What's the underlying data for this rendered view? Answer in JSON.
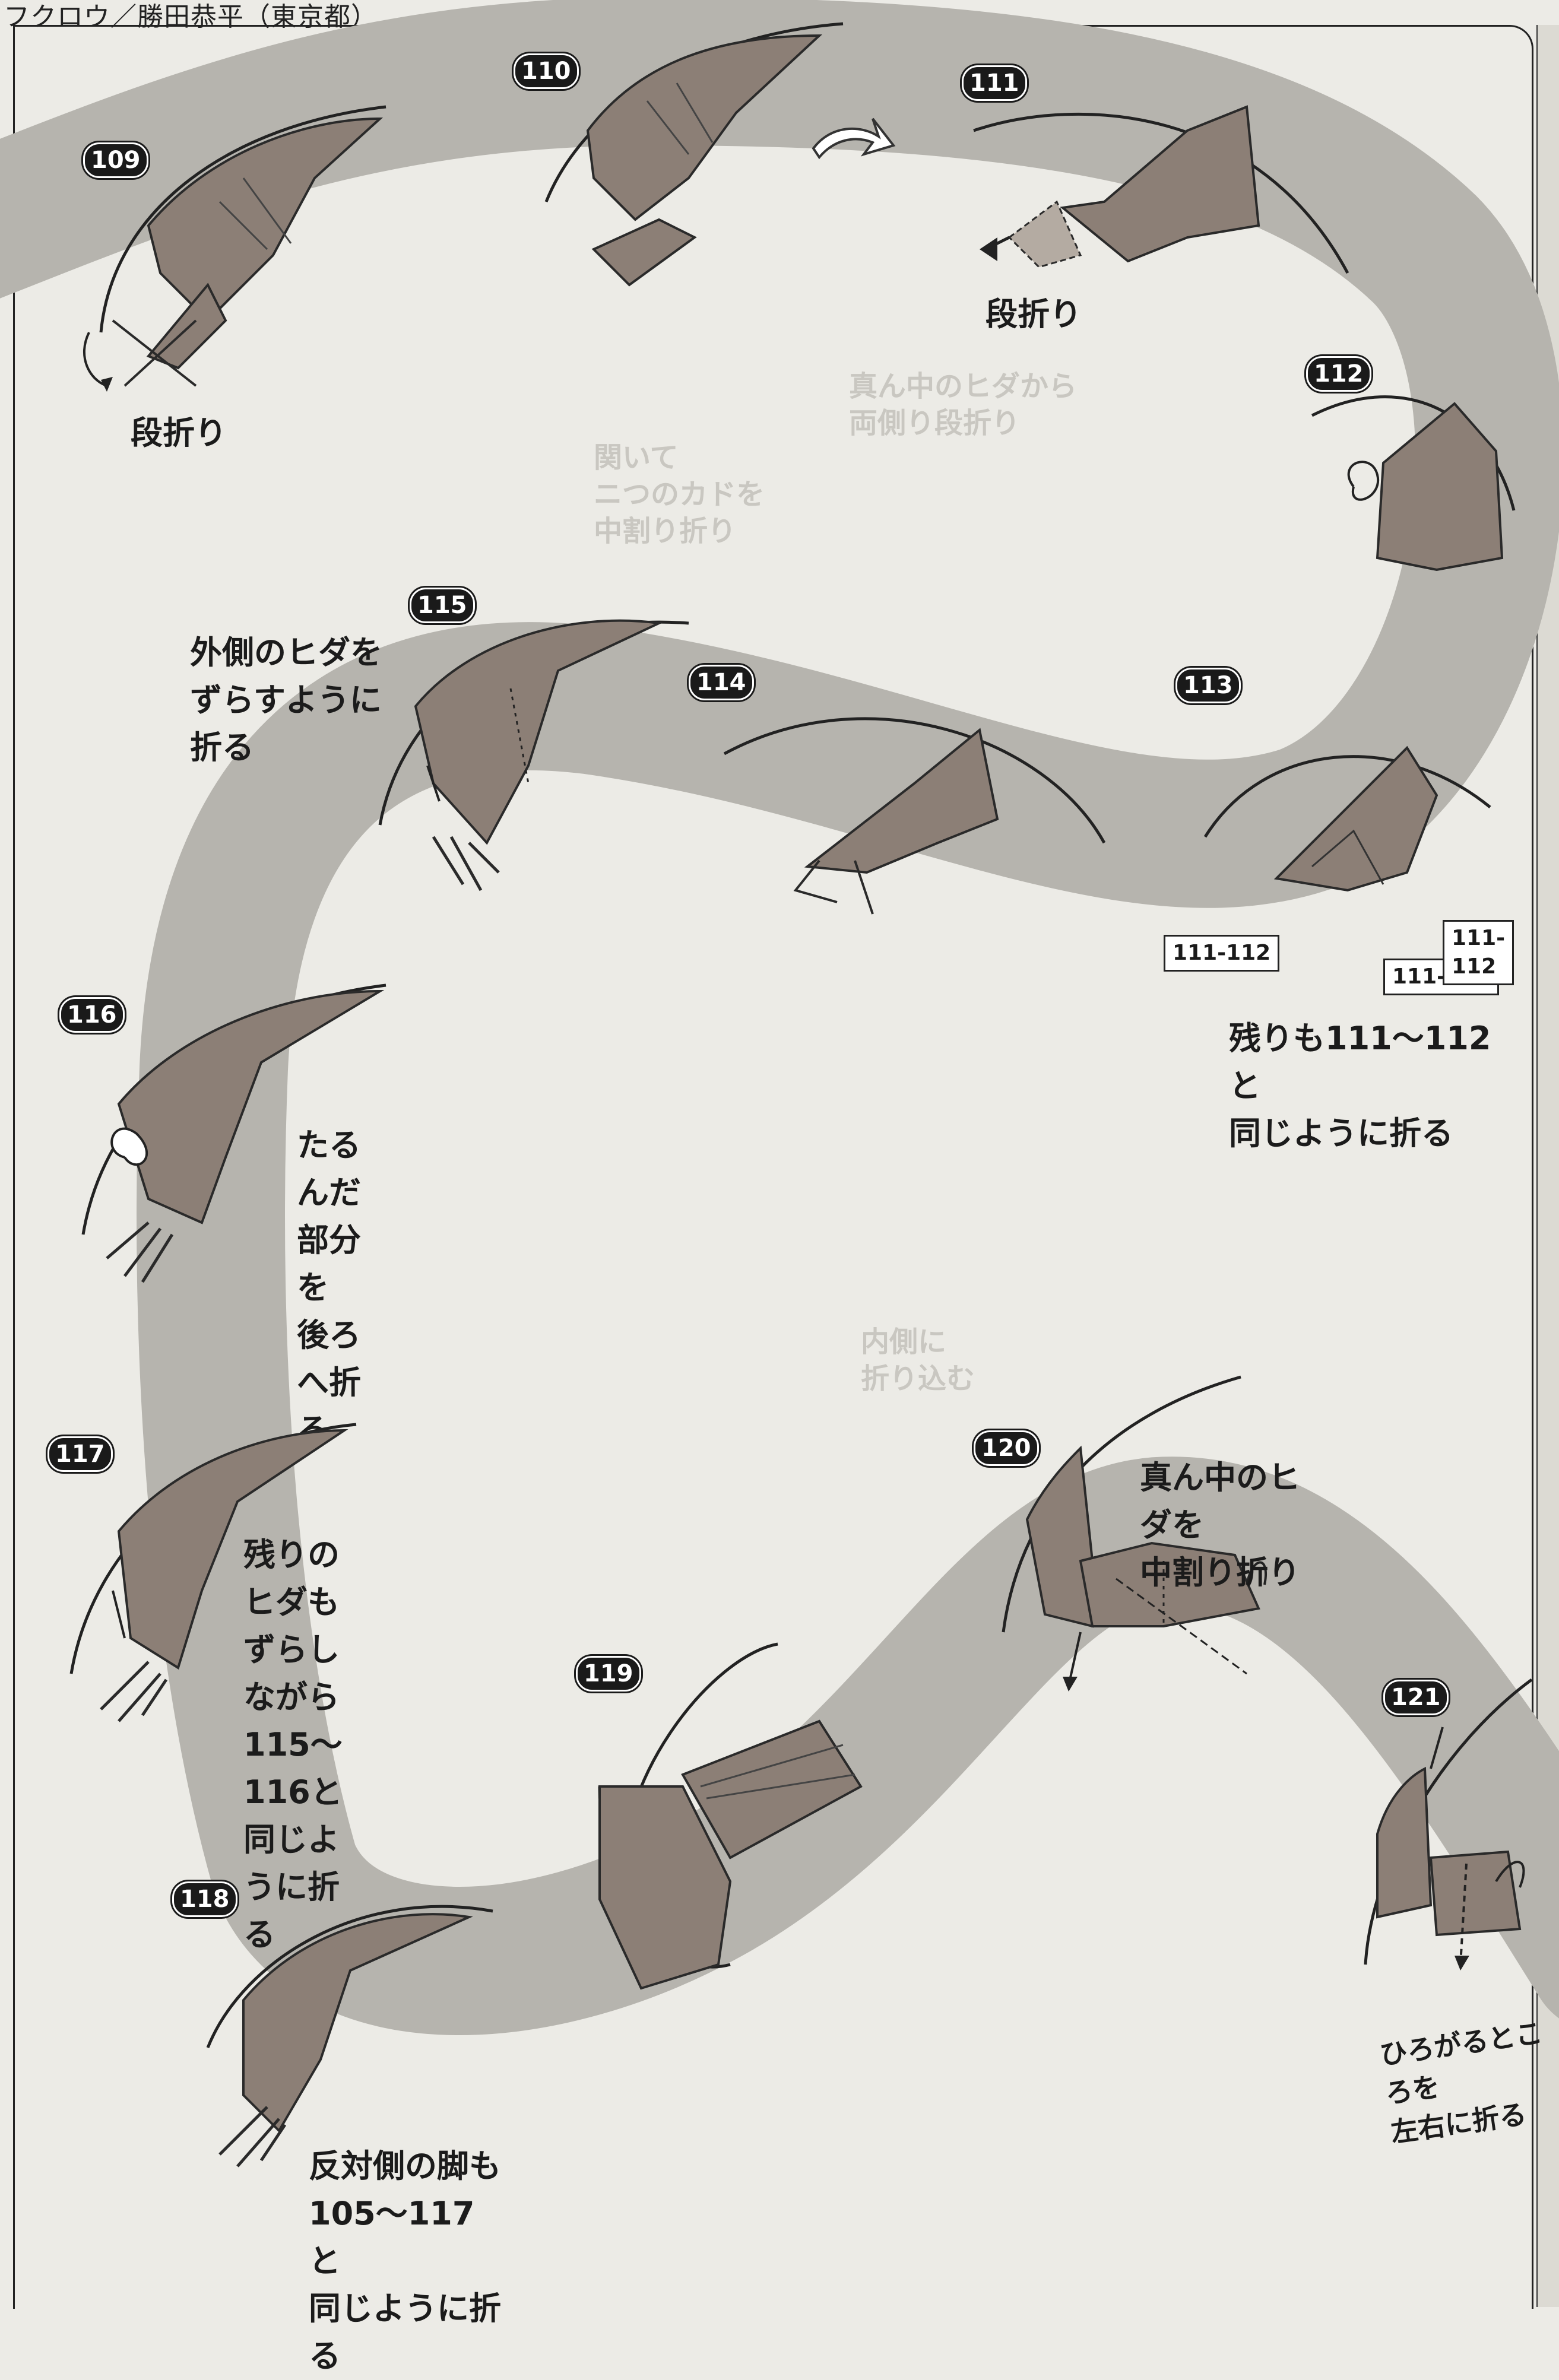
{
  "header": {
    "title": "フクロウ／勝田恭平（東京都）"
  },
  "steps": [
    {
      "num": "109",
      "caption": "段折り"
    },
    {
      "num": "110",
      "caption": ""
    },
    {
      "num": "111",
      "caption": "段折り"
    },
    {
      "num": "112",
      "caption": ""
    },
    {
      "num": "113",
      "caption": "残りも111～112と\n同じように折る",
      "refs": [
        "111-112",
        "111-112",
        "111-112"
      ]
    },
    {
      "num": "114",
      "caption": ""
    },
    {
      "num": "115",
      "caption": "外側のヒダを\nずらすように\n折る"
    },
    {
      "num": "116",
      "caption": "たるんだ部分を\n後ろへ折る"
    },
    {
      "num": "117",
      "caption": "残りのヒダも\nずらしながら\n115～116と\n同じように折る"
    },
    {
      "num": "118",
      "caption": "反対側の脚も\n105～117と\n同じように折る"
    },
    {
      "num": "119",
      "caption": ""
    },
    {
      "num": "120",
      "caption": "真ん中のヒダを\n中割り折り"
    },
    {
      "num": "121",
      "caption": "ひろがるところを\n左右に折る"
    }
  ],
  "colors": {
    "paper": "#8c7f76",
    "band": "#b4b2ac",
    "background": "#ecebe6"
  }
}
